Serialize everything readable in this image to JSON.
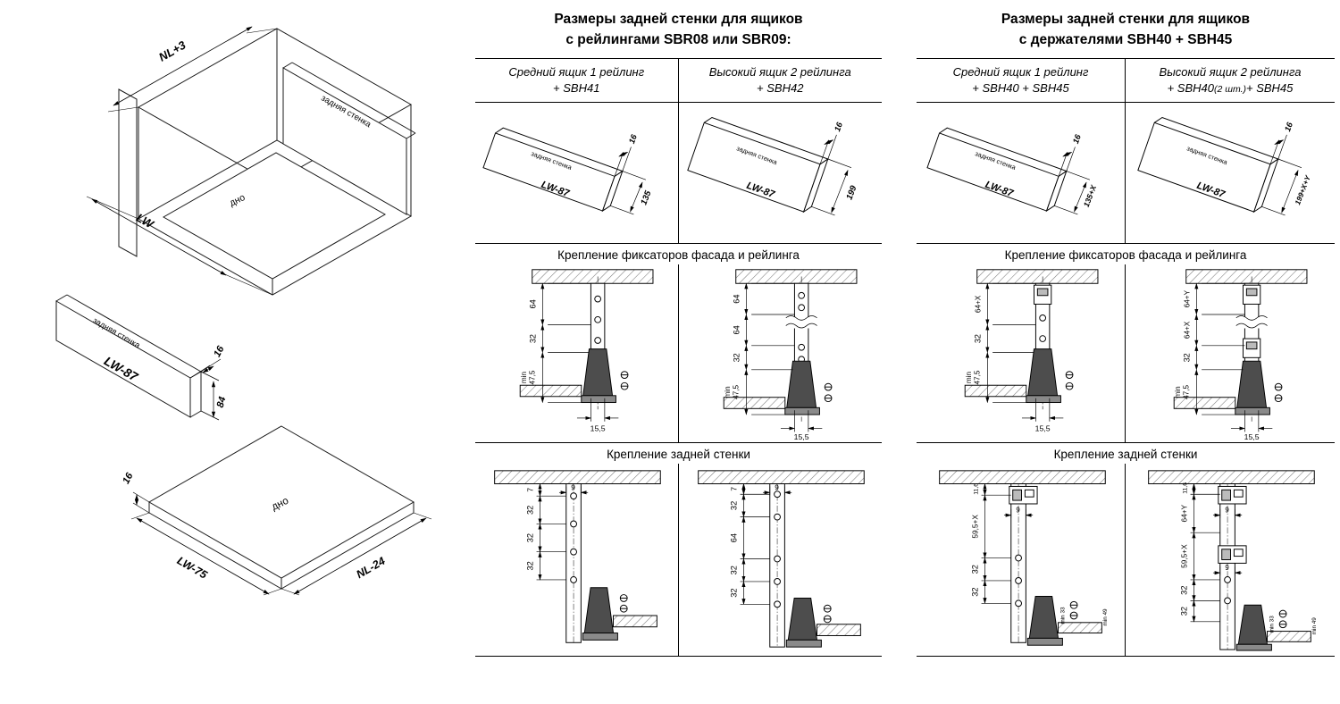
{
  "iso": {
    "assembly": {
      "dim_depth": "NL+3",
      "back_label": "задняя стенка",
      "bottom_label": "дно",
      "dim_width": "LW"
    },
    "back_panel": {
      "label": "задняя стенка",
      "dim_width": "LW-87",
      "dim_height": "84",
      "dim_thickness": "16"
    },
    "bottom_panel": {
      "label": "дно",
      "dim_width": "LW-75",
      "dim_depth": "NL-24",
      "dim_thickness": "16"
    }
  },
  "sbr": {
    "title1": "Размеры задней стенки для ящиков",
    "title2": "с рейлингами SBR08 или SBR09:",
    "col1_header1": "Средний ящик 1 рейлинг",
    "col1_header2": "+ SBH41",
    "col2_header1": "Высокий ящик 2 рейлинга",
    "col2_header2": "+ SBH42",
    "panel_label": "задняя стенка",
    "panel_width": "LW-87",
    "panel_thickness": "16",
    "panel1_height": "135",
    "panel2_height": "199",
    "fix_title": "Крепление фиксаторов фасада и рейлинга",
    "fix1": {
      "d1": "64",
      "d2": "32",
      "min_word": "min",
      "min_val": "47,5",
      "w": "15,5"
    },
    "fix2": {
      "d1": "64",
      "d2": "64",
      "d3": "32",
      "min_word": "min",
      "min_val": "47,5",
      "w": "15,5"
    },
    "back_title": "Крепление задней стенки",
    "back1": {
      "t": "9",
      "d1": "7",
      "d2": "32",
      "d3": "32",
      "d4": "32"
    },
    "back2": {
      "t": "9",
      "d1": "7",
      "d2": "32",
      "d3": "64",
      "d4": "32",
      "d5": "32"
    }
  },
  "sbh": {
    "title1": "Размеры задней стенки для ящиков",
    "title2": "с держателями SBH40 + SBH45",
    "col1_header1": "Средний ящик 1 рейлинг",
    "col1_header2": "+ SBH40 + SBH45",
    "col2_header1": "Высокий ящик 2 рейлинга",
    "col2_header2a": "+ SBH40",
    "col2_header2b": "(2 шт.)",
    "col2_header2c": "+ SBH45",
    "panel_label": "задняя стенка",
    "panel_width": "LW-87",
    "panel_thickness": "16",
    "panel1_height": "135+X",
    "panel2_height": "199+X+Y",
    "fix_title": "Крепление фиксаторов фасада и рейлинга",
    "fix1": {
      "d1": "64+X",
      "d2": "32",
      "min_word": "min",
      "min_val": "47,5",
      "w": "15,5"
    },
    "fix2": {
      "d1": "64+Y",
      "d2": "64+X",
      "d3": "32",
      "min_word": "min",
      "min_val": "47,5",
      "w": "15,5"
    },
    "back_title": "Крепление задней стенки",
    "back1": {
      "t1": "11,6",
      "t2": "9",
      "d1": "59,5+X",
      "d2": "32",
      "d3": "32",
      "m1": "min 33",
      "m2": "min 49"
    },
    "back2": {
      "t1": "11,6",
      "t2": "9",
      "d1": "64+Y",
      "d2": "59,5+X",
      "d3": "32",
      "d4": "32",
      "m1": "min 33",
      "m2": "min 49"
    }
  }
}
